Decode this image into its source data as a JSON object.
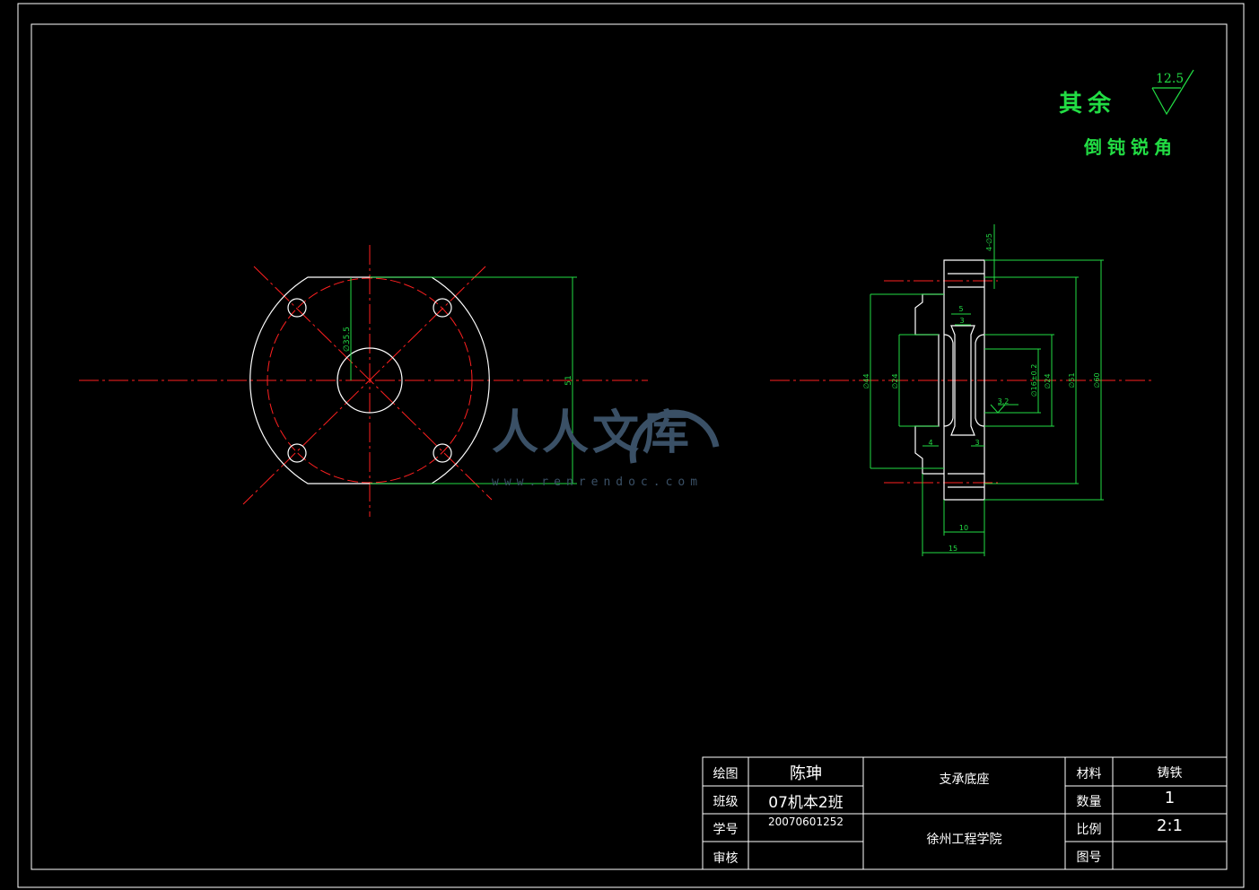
{
  "notes": {
    "rest_label": "其余",
    "roughness": "12.5",
    "chamfer_note": "倒钝锐角"
  },
  "watermark": {
    "main": "人人文库",
    "url": "www.renrendoc.com"
  },
  "dimensions": {
    "front_pcd": "∅35.5",
    "front_height": "51",
    "hole_note": "4-∅5",
    "d44": "∅44",
    "d24_left": "∅24",
    "d16": "∅16±0.2",
    "d24_right": "∅24",
    "d51": "∅51",
    "d60": "∅60",
    "w5": "5",
    "w3_top": "3",
    "w4": "4",
    "w3_bottom": "3",
    "w10": "10",
    "w15": "15",
    "rough_inner": "3.2"
  },
  "title_block": {
    "draw_label": "绘图",
    "draw_value": "陈珅",
    "class_label": "班级",
    "class_value": "07机本2班",
    "id_label": "学号",
    "id_value": "20070601252",
    "review_label": "审核",
    "part_name": "支承底座",
    "school": "徐州工程学院",
    "material_label": "材料",
    "material_value": "铸铁",
    "qty_label": "数量",
    "qty_value": "1",
    "scale_label": "比例",
    "scale_value": "2:1",
    "drawing_no_label": "图号"
  },
  "colors": {
    "outline": "#ffffff",
    "centerline": "#ff2020",
    "dimension": "#22dd44"
  }
}
